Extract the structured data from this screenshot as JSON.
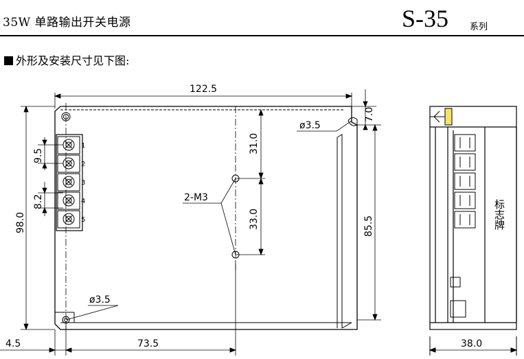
{
  "header": {
    "title": "35W 单路输出开关电源",
    "model": "S-35",
    "series_label": "系列"
  },
  "intro": "外形及安装尺寸见下图:",
  "front_view": {
    "width_dim": "122.5",
    "height_dim": "98.0",
    "mount_height_dim": "85.5",
    "top_offset_dim": "7.0",
    "left_offset_dim": "4.5",
    "hole_spacing_dim": "73.5",
    "hole_top_dim": "31.0",
    "hole_pitch_dim": "33.0",
    "terminal_pitch_dim": "9.5",
    "terminal_group_dim": "8.2",
    "hole_diameter_top": "ø3.5",
    "hole_diameter_bottom": "ø3.5",
    "thread_label": "2-M3",
    "terminal_numbers": [
      "1",
      "2",
      "3",
      "4",
      "5"
    ]
  },
  "side_view": {
    "depth_dim": "38.0",
    "nameplate_label": "标志牌"
  }
}
